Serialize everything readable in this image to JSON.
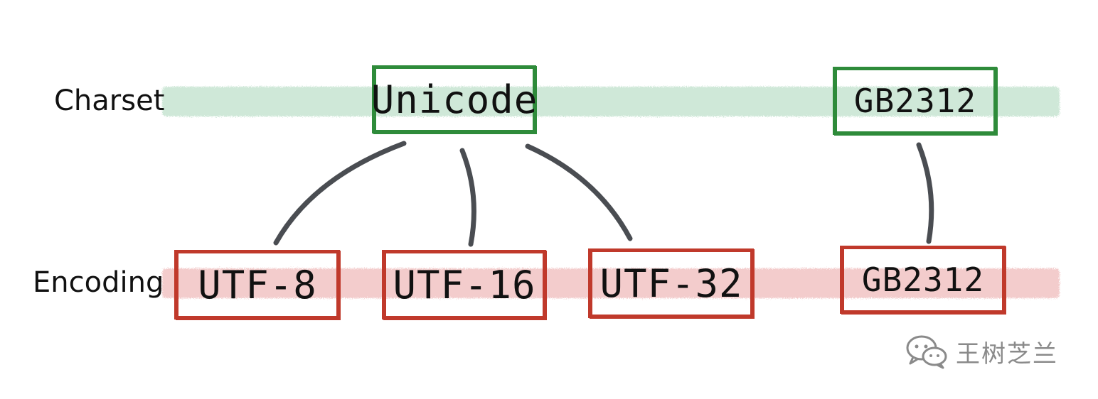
{
  "rows": {
    "charset": {
      "label": "Charset",
      "band_color": "#cfe8d8"
    },
    "encoding": {
      "label": "Encoding",
      "band_color": "#f3cccc"
    }
  },
  "colors": {
    "charset_border": "#2e8b3a",
    "encoding_border": "#c0392b",
    "connector": "#4a4d52"
  },
  "nodes": {
    "unicode": {
      "label": "Unicode"
    },
    "gb2312_charset": {
      "label": "GB2312"
    },
    "utf8": {
      "label": "UTF-8"
    },
    "utf16": {
      "label": "UTF-16"
    },
    "utf32": {
      "label": "UTF-32"
    },
    "gb2312_encoding": {
      "label": "GB2312"
    }
  },
  "edges": [
    {
      "from": "unicode",
      "to": "utf8"
    },
    {
      "from": "unicode",
      "to": "utf16"
    },
    {
      "from": "unicode",
      "to": "utf32"
    },
    {
      "from": "gb2312_charset",
      "to": "gb2312_encoding"
    }
  ],
  "watermark": {
    "text": "王树芝兰",
    "icon": "wechat-icon"
  }
}
